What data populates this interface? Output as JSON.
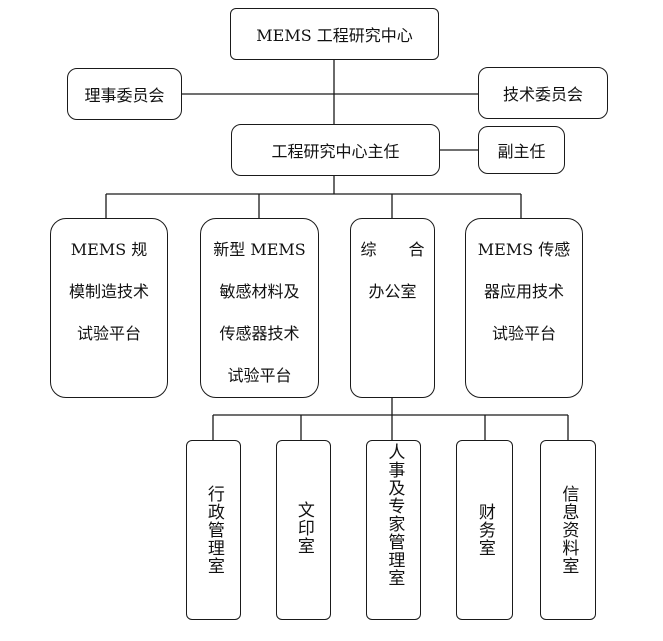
{
  "top": {
    "title": "MEMS 工程研究中心"
  },
  "left_committee": "理事委员会",
  "right_committee": "技术委员会",
  "director": "工程研究中心主任",
  "deputy": "副主任",
  "departments": [
    {
      "lines": [
        "MEMS 规",
        "模制造技术",
        "试验平台"
      ]
    },
    {
      "lines": [
        "新型 MEMS",
        "敏感材料及",
        "传感器技术",
        "试验平台"
      ]
    },
    {
      "lines": [
        "综　　合",
        "办公室"
      ]
    },
    {
      "lines": [
        "MEMS 传感",
        "器应用技术",
        "试验平台"
      ]
    }
  ],
  "offices": [
    "行政管理室",
    "文印室",
    "人事及专家管理室",
    "财务室",
    "信息资料室"
  ]
}
